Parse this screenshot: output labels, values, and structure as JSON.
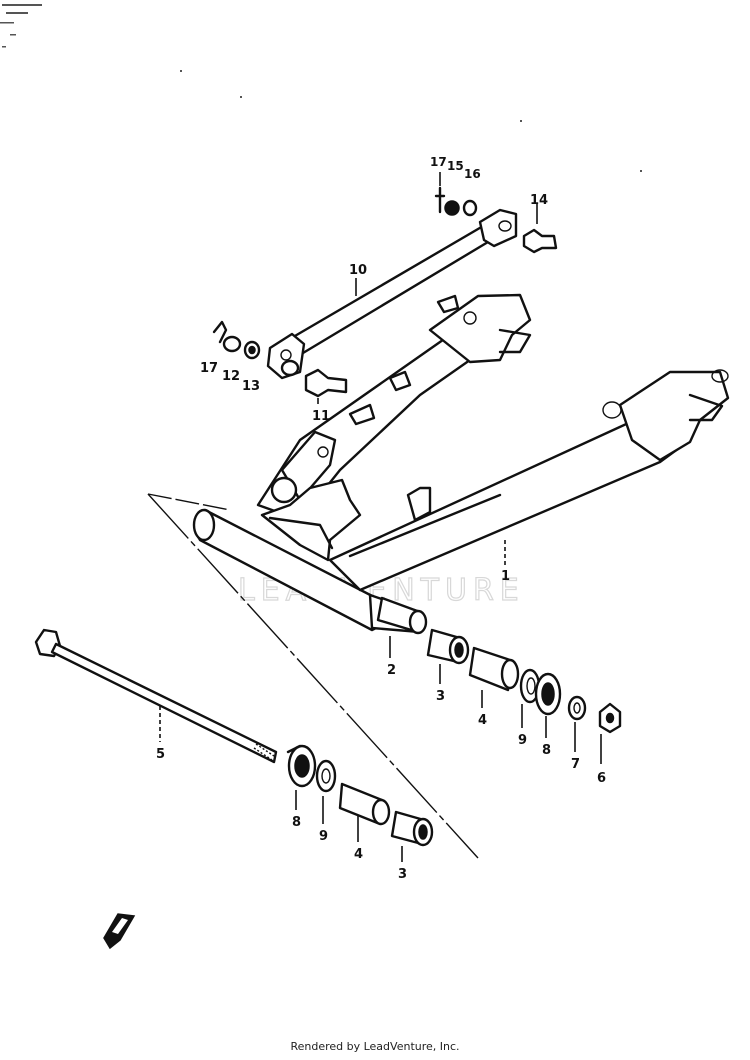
{
  "watermark": "LEADVENTURE",
  "footer": "Rendered by LeadVenture, Inc.",
  "callouts": {
    "c1": "1",
    "c2": "2",
    "c3a": "3",
    "c4a": "4",
    "c9a": "9",
    "c8a": "8",
    "c7": "7",
    "c6": "6",
    "c5": "5",
    "c8b": "8",
    "c9b": "9",
    "c4b": "4",
    "c3b": "3",
    "c10": "10",
    "c11": "11",
    "c12": "12",
    "c13": "13",
    "c17a": "17",
    "c17b": "17",
    "c15": "15",
    "c16": "16",
    "c14": "14"
  }
}
